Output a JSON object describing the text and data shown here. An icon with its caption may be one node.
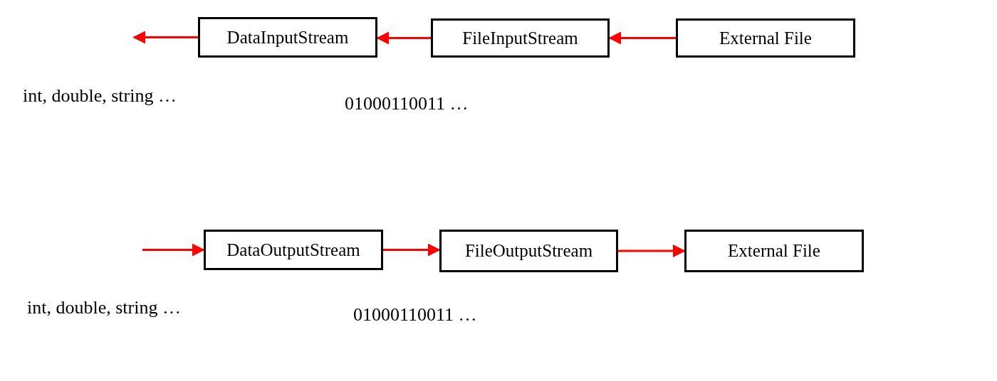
{
  "diagram": {
    "nodes": [
      {
        "text": [
          "DataInputStream"
        ]
      },
      {
        "text": [
          "FileInputStream"
        ]
      },
      {
        "text": [
          "External File"
        ]
      },
      {
        "text": [
          "DataOutputStream"
        ]
      },
      {
        "text": [
          "FileOutputStream"
        ]
      },
      {
        "text": [
          "External File"
        ]
      }
    ],
    "edges": [
      {
        "from": 0,
        "to": null,
        "arrow": "to"
      },
      {
        "from": 1,
        "to": 0,
        "arrow": "to"
      },
      {
        "from": 2,
        "to": 1,
        "arrow": "to"
      },
      {
        "from": null,
        "to": 3,
        "arrow": "to"
      },
      {
        "from": 3,
        "to": 4,
        "arrow": "to"
      },
      {
        "from": 4,
        "to": 5,
        "arrow": "to"
      }
    ],
    "labels": [
      "int, double, string …",
      "01000110011 …",
      "int, double, string …",
      "01000110011 …"
    ]
  }
}
